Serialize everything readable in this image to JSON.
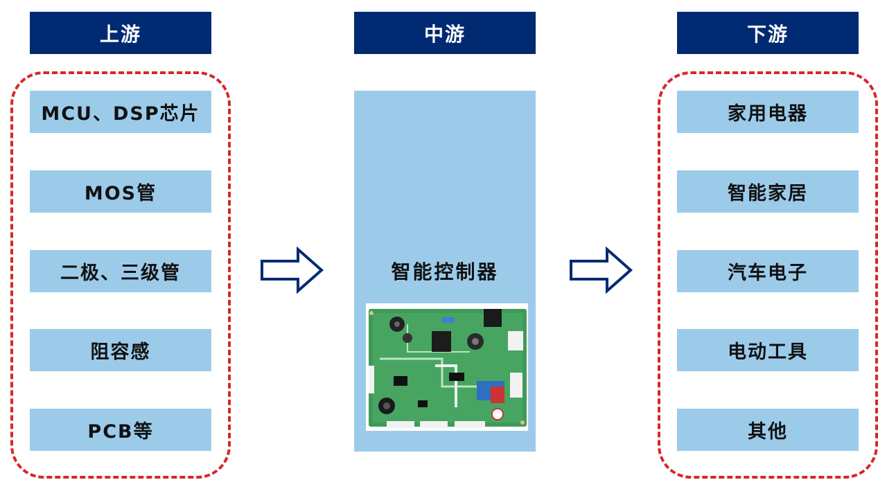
{
  "upstream": {
    "title": "上游",
    "items": [
      "MCU、DSP芯片",
      "MOS管",
      "二极、三级管",
      "阻容感",
      "PCB等"
    ]
  },
  "midstream": {
    "title": "中游",
    "label": "智能控制器",
    "image_icon": "pcb-board-photo"
  },
  "downstream": {
    "title": "下游",
    "items": [
      "家用电器",
      "智能家居",
      "汽车电子",
      "电动工具",
      "其他"
    ]
  },
  "arrow_icon": "right-arrow-icon",
  "colors": {
    "header_bg": "#002a72",
    "box_bg": "#9ccbea",
    "dashed_border": "#d8262b",
    "arrow_stroke": "#002a72"
  }
}
